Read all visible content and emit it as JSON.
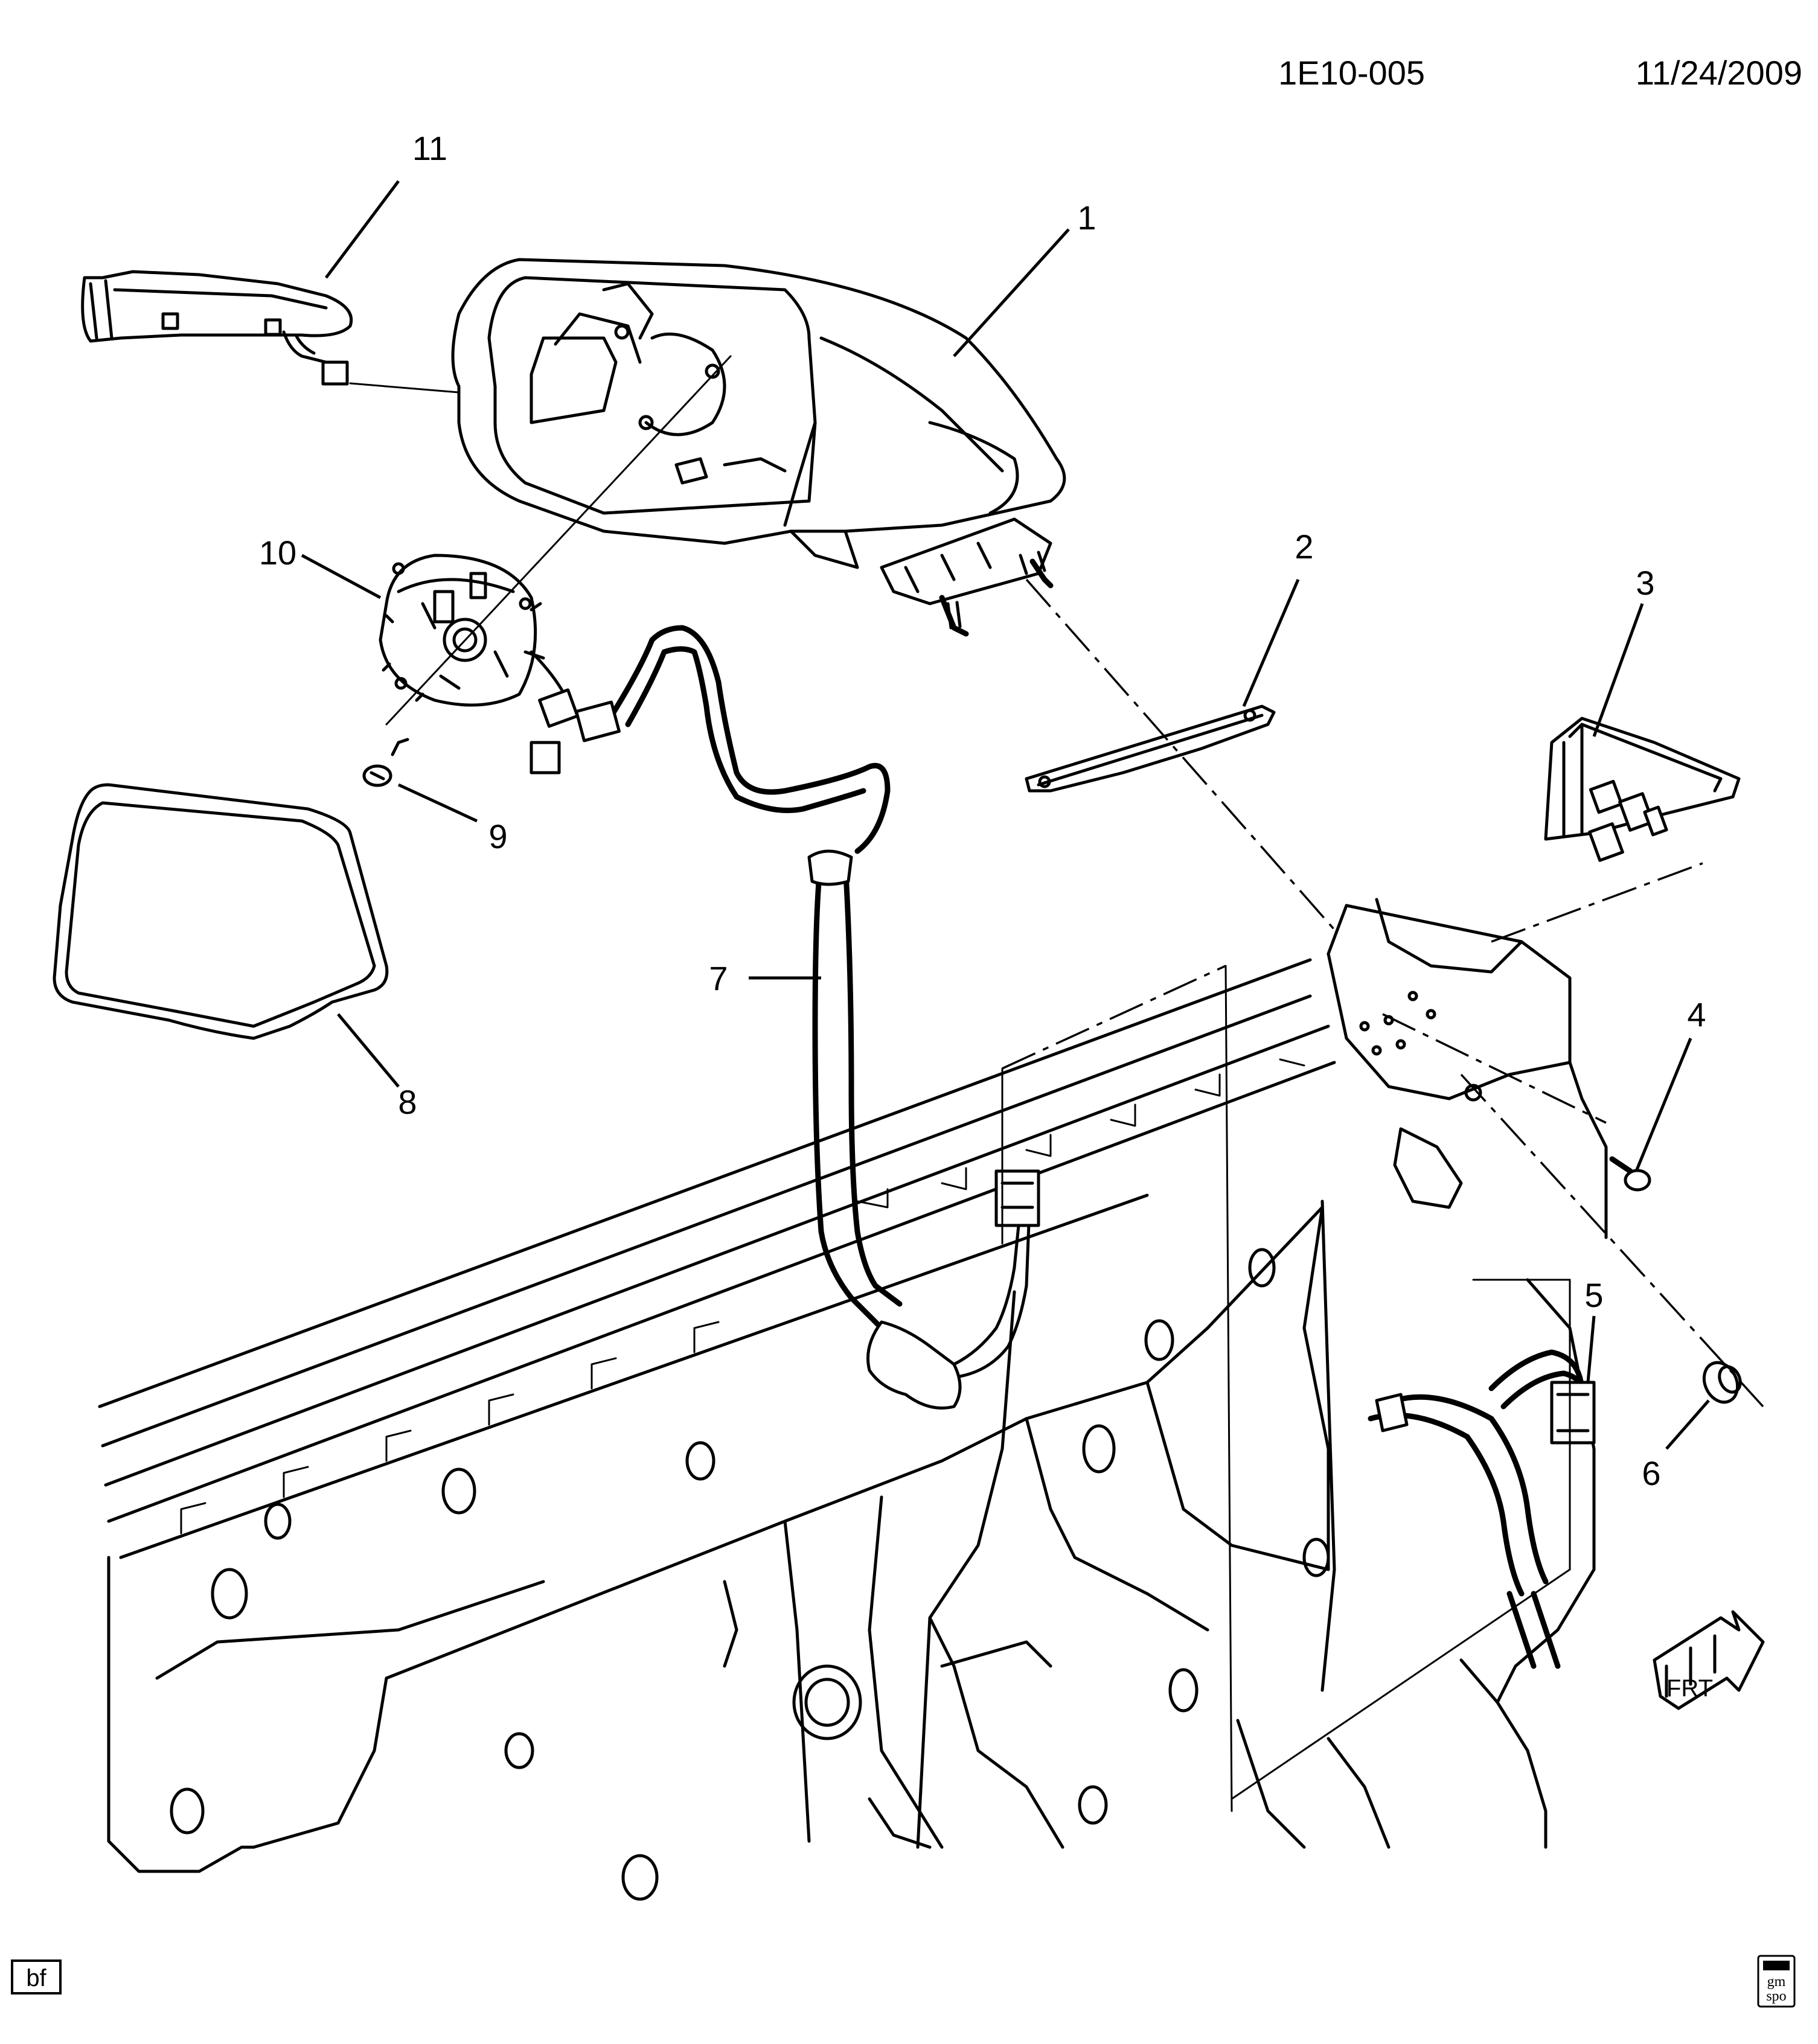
{
  "header": {
    "diagram_id": "1E10-005",
    "date": "11/24/2009"
  },
  "callouts": {
    "c1": "1",
    "c2": "2",
    "c3": "3",
    "c4": "4",
    "c5": "5",
    "c6": "6",
    "c7": "7",
    "c8": "8",
    "c9": "9",
    "c10": "10",
    "c11": "11"
  },
  "footer": {
    "bf_label": "bf",
    "logo_top": "gm",
    "logo_bottom": "spo"
  },
  "direction_arrow": {
    "label": "FRT"
  }
}
